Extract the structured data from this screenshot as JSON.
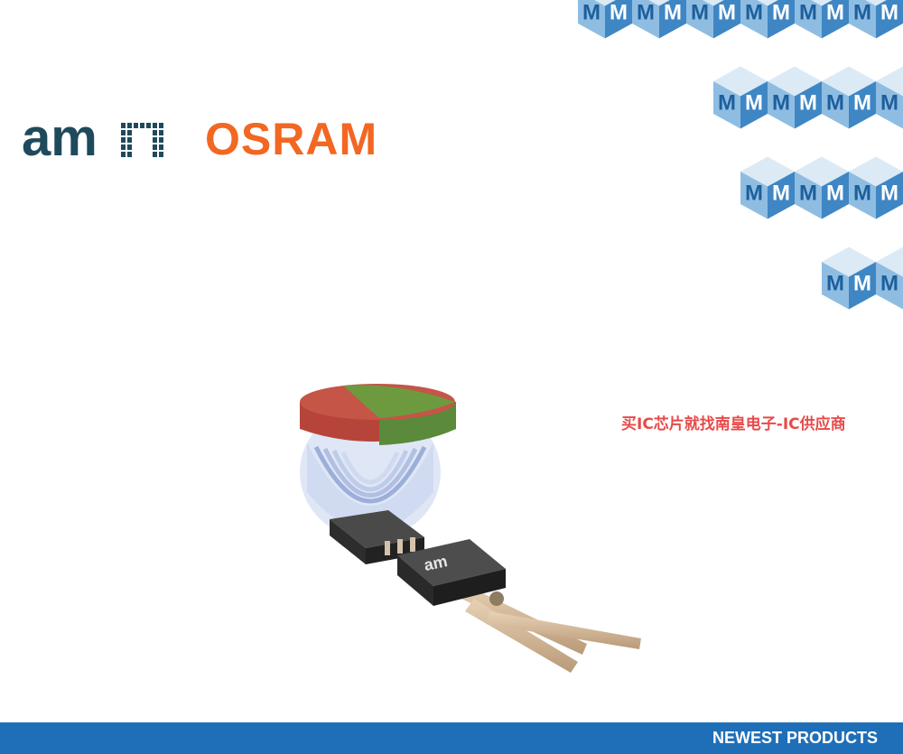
{
  "brand": {
    "logo_ams": "am",
    "logo_osram": "OSRAM",
    "ams_color": "#1f4a5c",
    "osram_color": "#f26722"
  },
  "cubes": {
    "letter": "M",
    "face_light": "#dceaf6",
    "face_mid": "#8fbde2",
    "face_dark": "#3f86c4",
    "letter_color": "#1c5f9c"
  },
  "watermark": {
    "text": "买IC芯片就找南皇电子-IC供应商",
    "color": "#e84a4a"
  },
  "footer": {
    "label": "NEWEST PRODUCTS",
    "bar_color": "#1f6fb8"
  }
}
